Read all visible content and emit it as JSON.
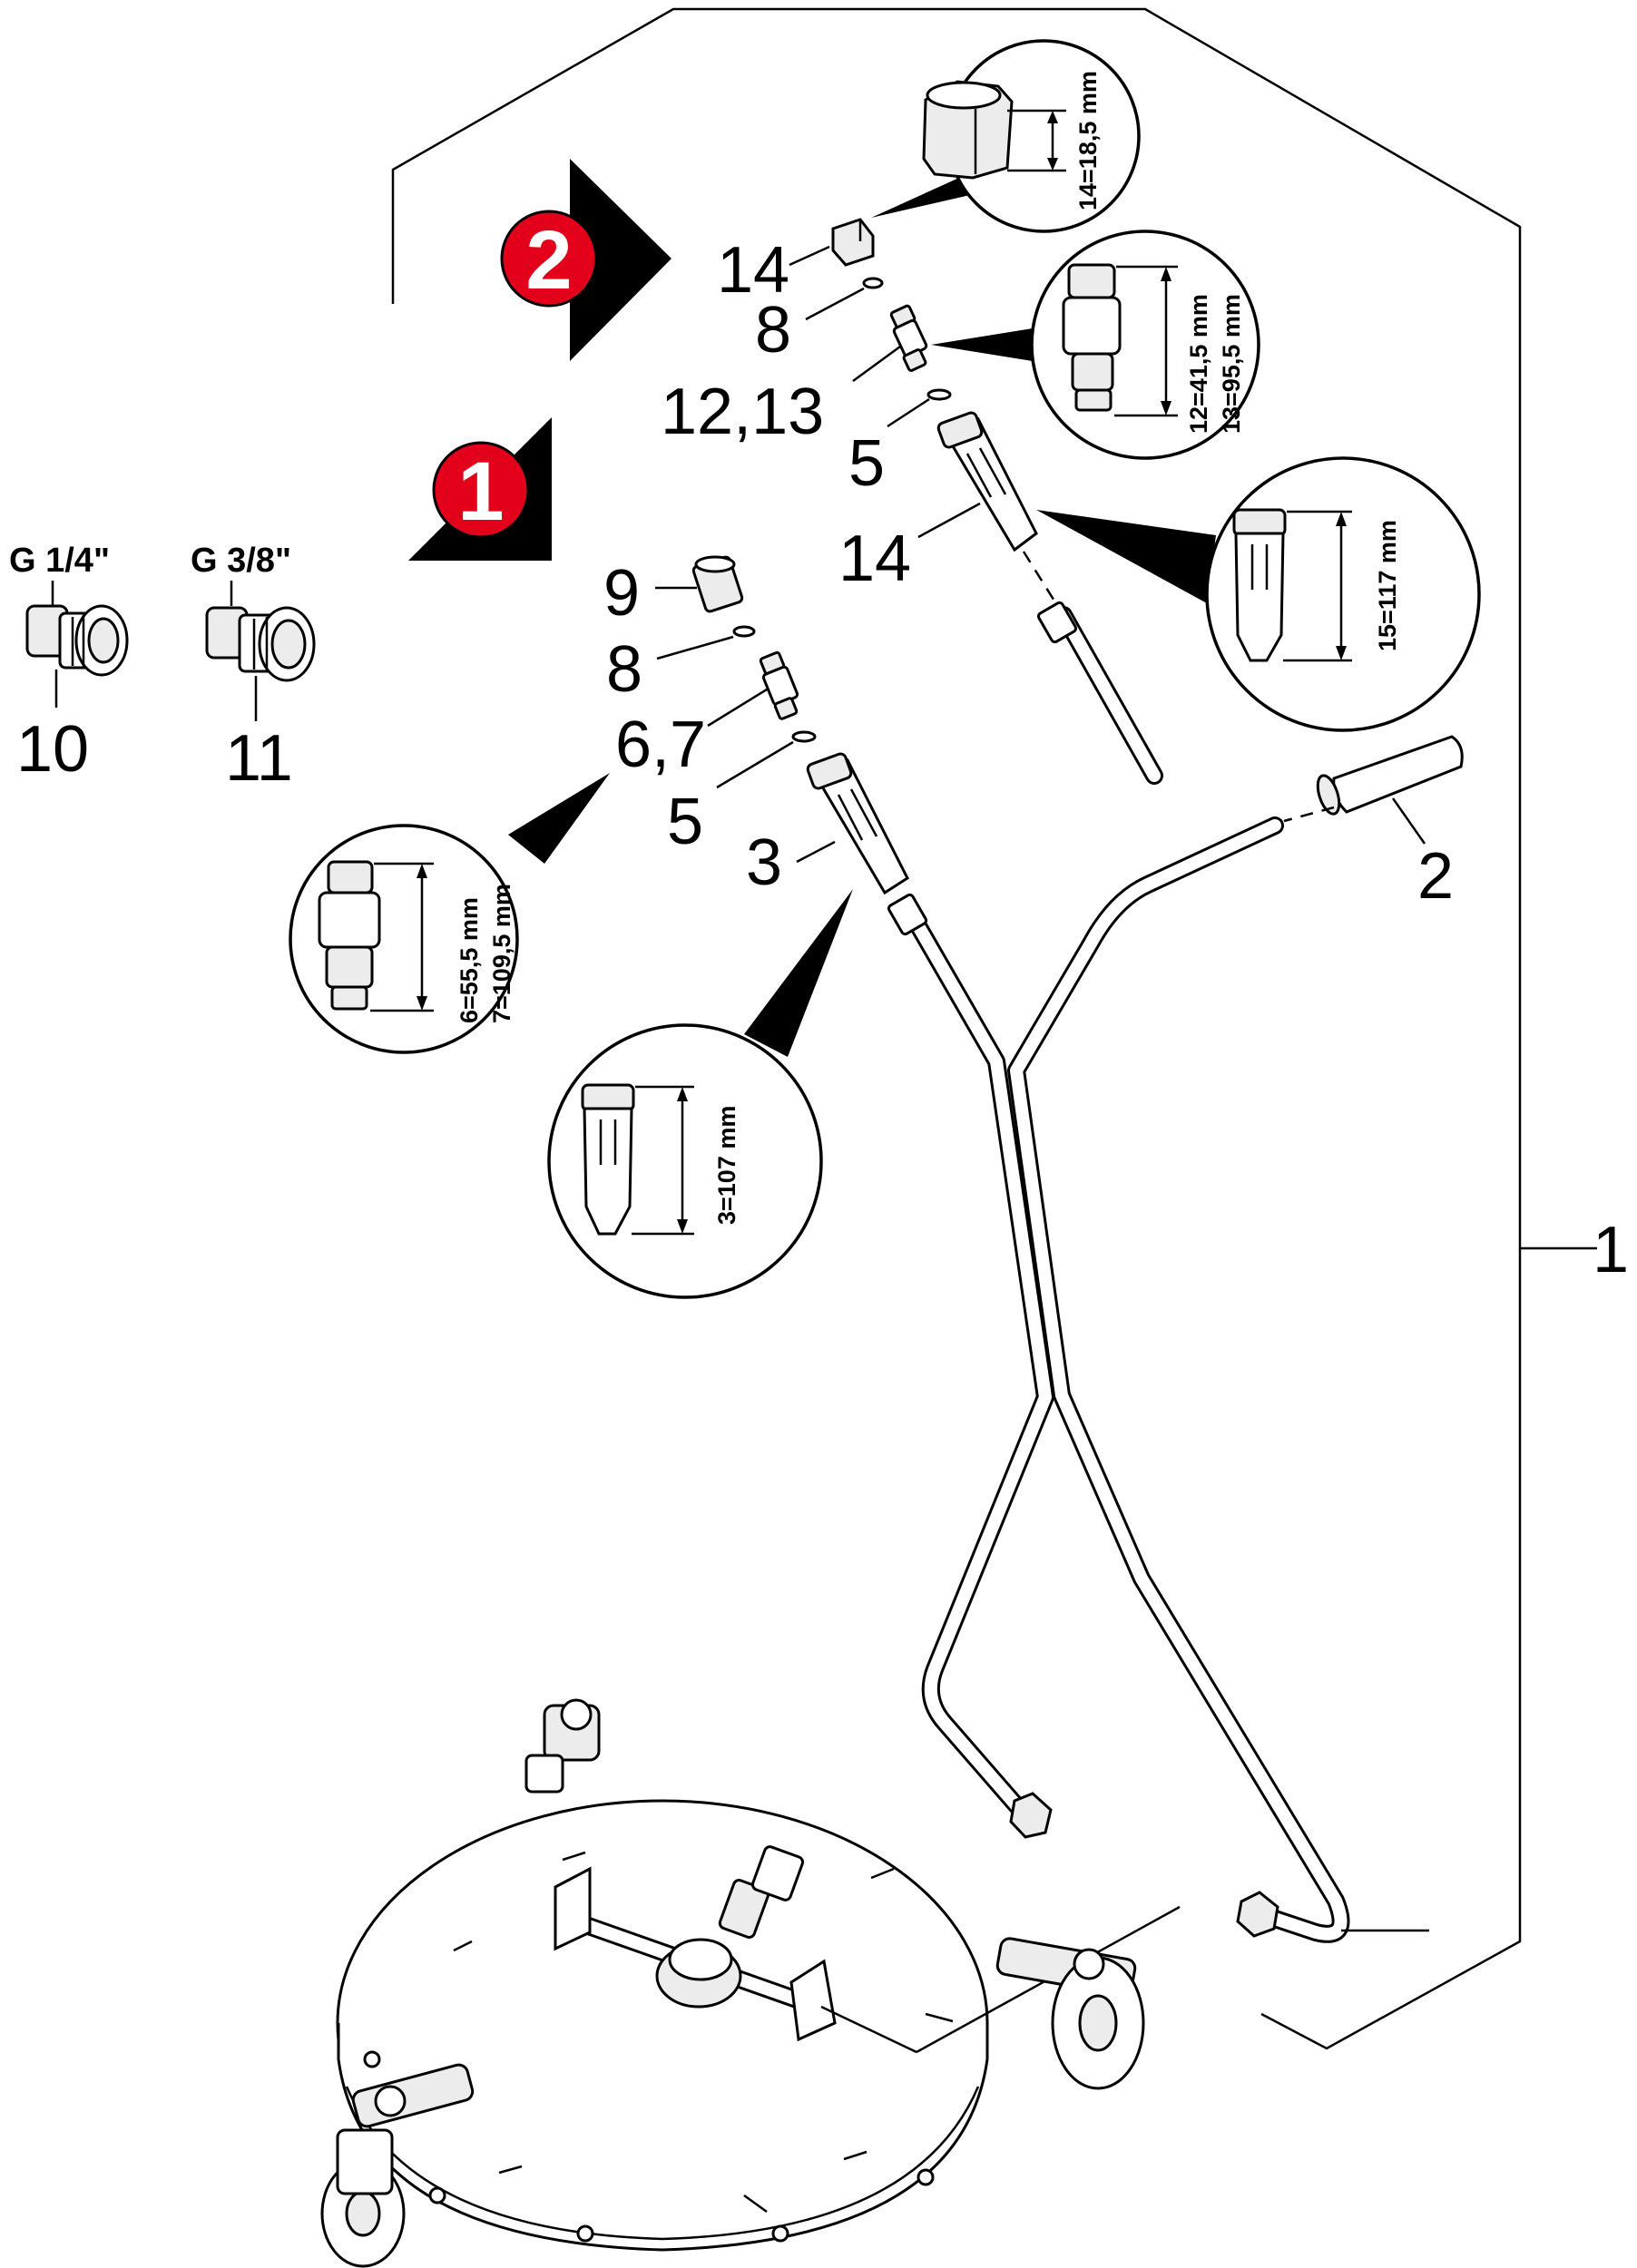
{
  "callouts": {
    "c1": "1",
    "c2": "2",
    "c3": "3",
    "c5a": "5",
    "c5b": "5",
    "c67": "6,7",
    "c8a": "8",
    "c8b": "8",
    "c9": "9",
    "c10": "10",
    "c11": "11",
    "c1213": "12,13",
    "c14a": "14",
    "c14b": "14"
  },
  "badges": {
    "one": "1",
    "two": "2",
    "color": "#e3001b"
  },
  "threads": {
    "quarter": "G 1/4\"",
    "three_eighths": "G 3/8\""
  },
  "dimensions": {
    "d14": "14=18,5 mm",
    "d12": "12=41,5 mm",
    "d13": "13=95,5 mm",
    "d15": "15=117 mm",
    "d6": "6=55,5 mm",
    "d7": "7=109,5 mm",
    "d3": "3=107 mm"
  }
}
